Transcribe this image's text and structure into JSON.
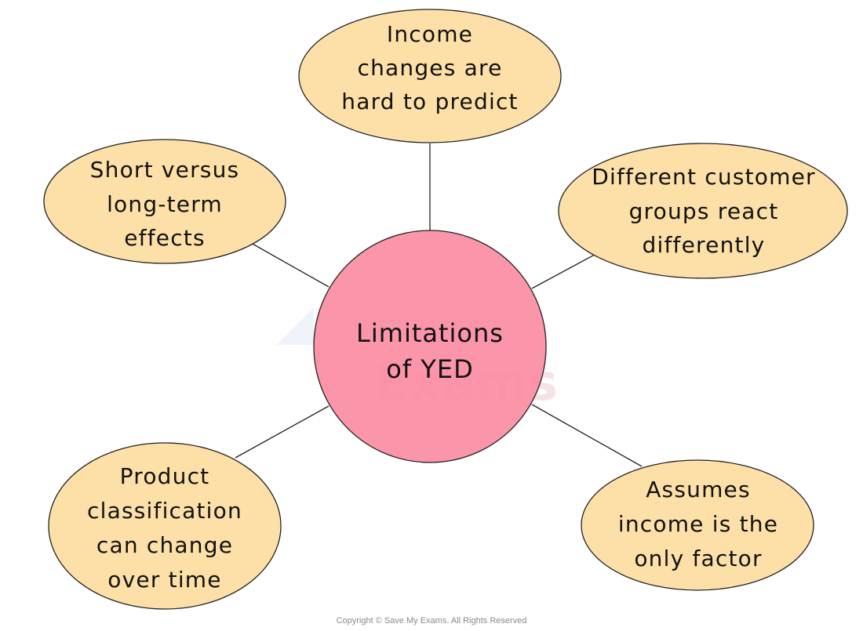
{
  "colors": {
    "outer_fill": "#fde0a8",
    "center_fill": "#fb8da4",
    "stroke": "#222222",
    "watermark": "#e9eef8"
  },
  "watermark": {
    "brand": "Save My Exams"
  },
  "center": {
    "lines": [
      "Limitations",
      "of YED"
    ]
  },
  "nodes": {
    "income_changes": {
      "lines": [
        "Income",
        "changes are",
        "hard to predict"
      ]
    },
    "customer_groups": {
      "lines": [
        "Different customer",
        "groups react",
        "differently"
      ]
    },
    "income_only": {
      "lines": [
        "Assumes",
        "income is the",
        "only factor"
      ]
    },
    "product_classification": {
      "lines": [
        "Product",
        "classification",
        "can change",
        "over time"
      ]
    },
    "short_long": {
      "lines": [
        "Short versus",
        "long-term",
        "effects"
      ]
    }
  },
  "footer": {
    "copyright": "Copyright © Save My Exams. All Rights Reserved"
  }
}
